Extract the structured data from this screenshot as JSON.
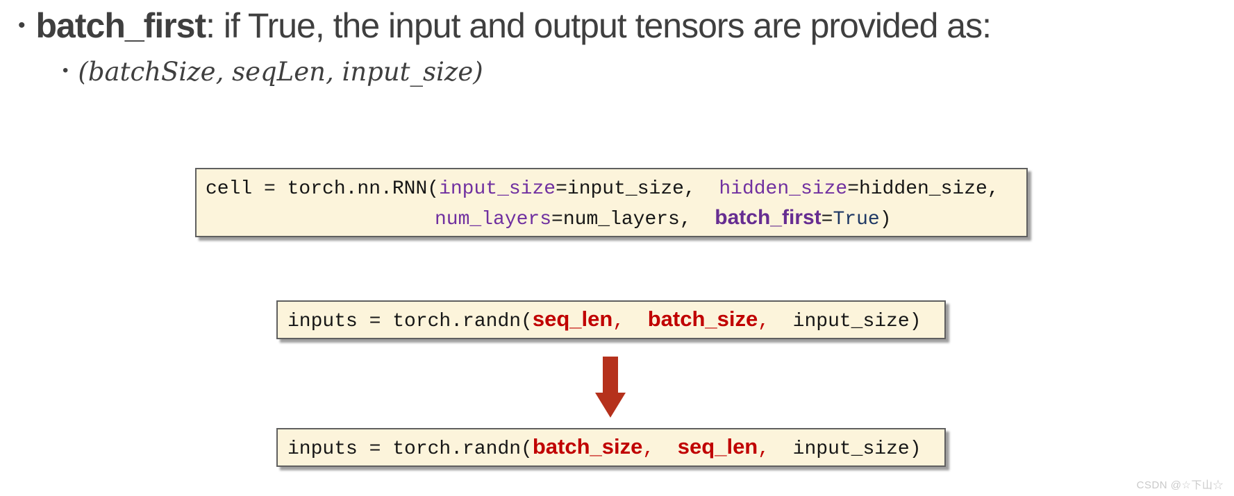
{
  "colors": {
    "title_gray": "#3f3f3f",
    "box_bg": "#fcf4db",
    "keyword_purple": "#7030a0",
    "bold_purple": "#662d91",
    "navy": "#1f3864",
    "red": "#c00000",
    "arrow_red": "#b5311c",
    "watermark_gray": "#c9c9c9"
  },
  "slide": {
    "bullet_glyph": "•",
    "title_bold": "batch_first",
    "title_rest": ": if True, the input and output tensors are provided as:",
    "subtitle_math": "(batchSize, seqLen, input_size)"
  },
  "rnn_box": {
    "l1_prefix": "cell = torch.nn.RNN(",
    "l1_kw1": "input_size",
    "l1_mid": "=input_size,  ",
    "l1_kw2": "hidden_size",
    "l1_end": "=hidden_size,",
    "l2_kw1": "num_layers",
    "l2_mid": "=num_layers,  ",
    "l2_kw_bold": "batch_first",
    "l2_eq": "=",
    "l2_value": "True",
    "l2_close": ")"
  },
  "randn_seq_first_box": {
    "prefix": "inputs = torch.randn(",
    "arg1": "seq_len",
    "comma1": ",  ",
    "arg2": "batch_size",
    "comma2": ",",
    "suffix": "  input_size)"
  },
  "randn_batch_first_box": {
    "prefix": "inputs = torch.randn(",
    "arg1": "batch_size",
    "comma1": ",  ",
    "arg2": "seq_len",
    "comma2": ",",
    "suffix": "  input_size)"
  },
  "arrow": {
    "direction": "down"
  },
  "watermark": "CSDN @☆下山☆"
}
